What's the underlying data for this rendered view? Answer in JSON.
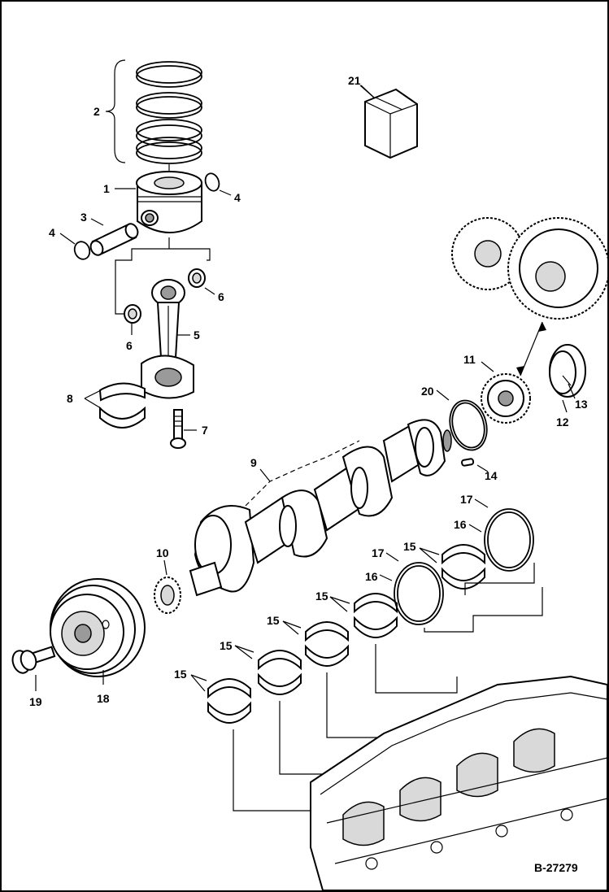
{
  "diagram": {
    "reference_code": "B-27279",
    "callouts": [
      {
        "label": "1"
      },
      {
        "label": "2"
      },
      {
        "label": "3"
      },
      {
        "label": "4"
      },
      {
        "label": "4"
      },
      {
        "label": "5"
      },
      {
        "label": "6"
      },
      {
        "label": "6"
      },
      {
        "label": "7"
      },
      {
        "label": "8"
      },
      {
        "label": "9"
      },
      {
        "label": "10"
      },
      {
        "label": "11"
      },
      {
        "label": "12"
      },
      {
        "label": "13"
      },
      {
        "label": "14"
      },
      {
        "label": "15"
      },
      {
        "label": "15"
      },
      {
        "label": "15"
      },
      {
        "label": "15"
      },
      {
        "label": "15"
      },
      {
        "label": "15"
      },
      {
        "label": "16"
      },
      {
        "label": "16"
      },
      {
        "label": "17"
      },
      {
        "label": "17"
      },
      {
        "label": "18"
      },
      {
        "label": "19"
      },
      {
        "label": "20"
      },
      {
        "label": "21"
      }
    ],
    "parts": [
      {
        "icon": "piston-icon"
      },
      {
        "icon": "piston-rings-icon"
      },
      {
        "icon": "piston-pin-icon"
      },
      {
        "icon": "snap-ring-icon"
      },
      {
        "icon": "connecting-rod-icon"
      },
      {
        "icon": "bushing-icon"
      },
      {
        "icon": "rod-bolt-icon"
      },
      {
        "icon": "rod-bearing-icon"
      },
      {
        "icon": "crankshaft-icon"
      },
      {
        "icon": "crank-gear-icon"
      },
      {
        "icon": "timing-gear-icon"
      },
      {
        "icon": "thrust-washer-icon"
      },
      {
        "icon": "key-icon"
      },
      {
        "icon": "main-bearing-icon"
      },
      {
        "icon": "pulley-icon"
      },
      {
        "icon": "pulley-bolt-icon"
      },
      {
        "icon": "seal-ring-icon"
      },
      {
        "icon": "kit-box-icon"
      },
      {
        "icon": "engine-block-icon"
      }
    ]
  }
}
